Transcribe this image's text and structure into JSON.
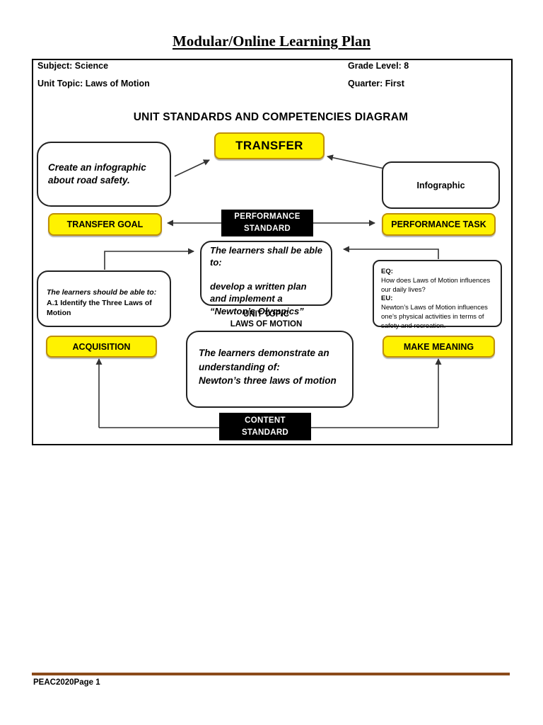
{
  "title": "Modular/Online Learning Plan",
  "header": {
    "subject": "Subject: Science",
    "grade_level": "Grade Level: 8",
    "unit_topic": "Unit Topic: Laws of Motion",
    "quarter": "Quarter: First"
  },
  "diagram": {
    "heading": "UNIT STANDARDS AND COMPETENCIES DIAGRAM",
    "transfer_label": "TRANSFER",
    "transfer_goal_label": "TRANSFER GOAL",
    "performance_standard": {
      "line1": "PERFORMANCE",
      "line2": "STANDARD"
    },
    "performance_task_label": "PERFORMANCE TASK",
    "acquisition_label": "ACQUISITION",
    "make_meaning_label": "MAKE MEANING",
    "content_standard": {
      "line1": "CONTENT",
      "line2": "STANDARD"
    },
    "transfer_goal_note": "Create an infographic about road safety.",
    "performance_task_note": "Infographic",
    "performance_standard_note": {
      "line1": "The learners shall be able to:",
      "line2": "develop a written plan and implement a “Newton’s Olympics”"
    },
    "acquisition_note": {
      "lead": "The learners should be able to:",
      "body": "A.1 Identify the Three Laws of Motion"
    },
    "eq_eu_note": {
      "eq_label": "EQ:",
      "eq_text": "How does Laws of Motion influences our daily lives?",
      "eu_label": "EU:",
      "eu_text": "Newton’s Laws of Motion influences one’s physical activities in terms of safety and recreation."
    },
    "unit_topic": {
      "line1": "UNIT TOPIC",
      "line2": "LAWS OF MOTION"
    },
    "content_note": {
      "line1": "The learners demonstrate an understanding of:",
      "line2": "Newton’s three laws of motion"
    }
  },
  "footer": {
    "text": "PEAC2020Page 1"
  },
  "colors": {
    "highlight_yellow": "#FFF200",
    "yellow_border": "#BF9000",
    "standard_black": "#000000",
    "footer_rule_brown": "#8B4A1A"
  }
}
